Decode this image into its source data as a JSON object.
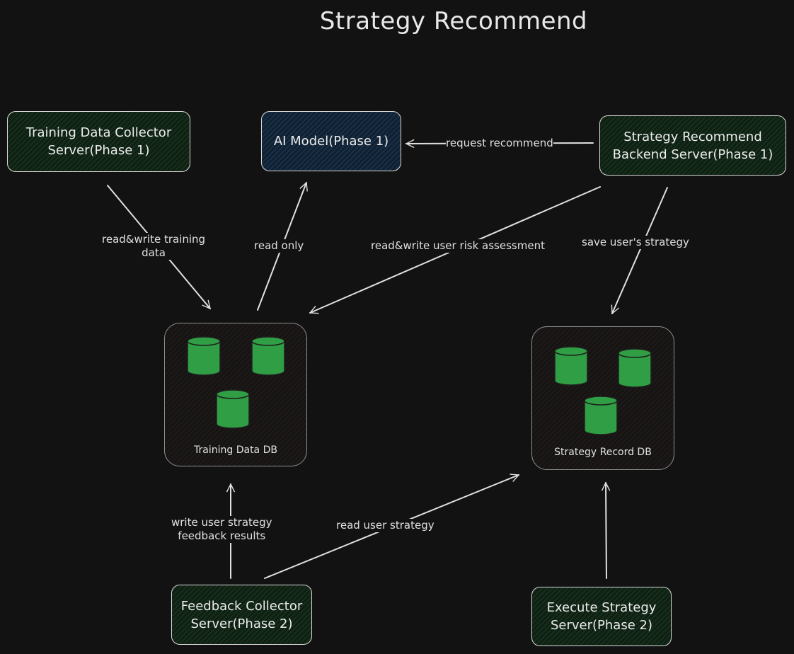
{
  "title": "Strategy Recommend",
  "nodes": {
    "training_collector": "Training Data Collector\nServer(Phase 1)",
    "ai_model": "AI Model(Phase 1)",
    "strategy_backend": "Strategy Recommend\nBackend Server(Phase 1)",
    "feedback_collector": "Feedback Collector\nServer(Phase 2)",
    "execute_strategy": "Execute Strategy\nServer(Phase 2)"
  },
  "databases": {
    "training_db": "Training Data DB",
    "strategy_db": "Strategy Record DB"
  },
  "edges": {
    "request_recommend": "request recommend",
    "read_write_training": "read&write training\ndata",
    "read_only": "read only",
    "read_write_risk": "read&write user risk assessment",
    "save_strategy": "save user's strategy",
    "write_feedback": "write user strategy\nfeedback results",
    "read_user_strategy": "read user strategy"
  },
  "colors": {
    "background": "#121212",
    "node_green_fill": "#16301c",
    "node_blue_fill": "#18304a",
    "cylinder_green": "#2f9e44",
    "stroke": "#d8d8d8"
  }
}
